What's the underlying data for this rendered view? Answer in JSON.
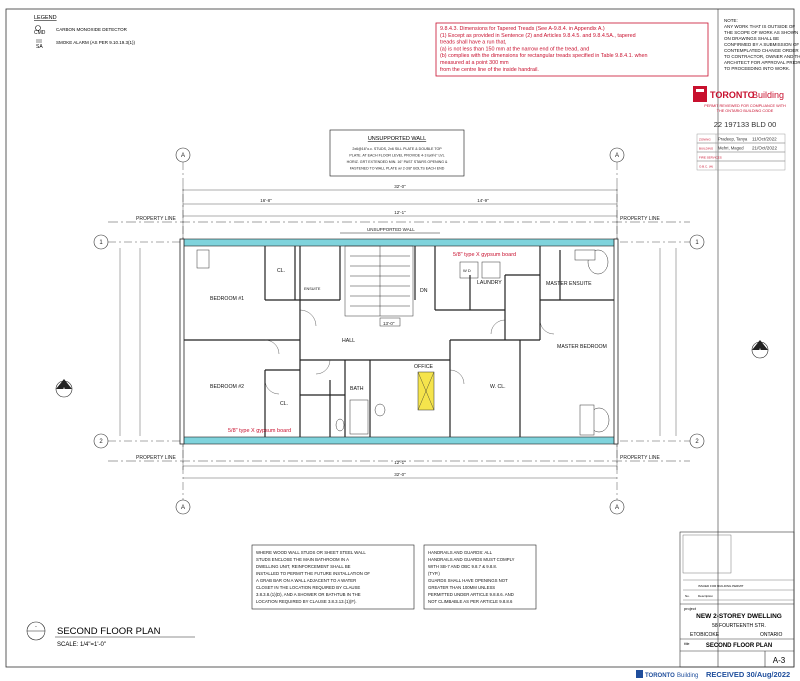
{
  "legend": {
    "title": "LEGEND",
    "cmd_symbol": "CMD",
    "cmd_text": "CARBON MONOXIDE DETECTOR",
    "sa_symbol": "SA",
    "sa_text": "SMOKE ALARM (AS PER 9.10.19.3(1))"
  },
  "code_note": {
    "lines": [
      "9.8.4.3. Dimensions for Tapered Treads (See A-9.8.4. in Appendix A.)",
      "(1) Except as provided in Sentence (2) and Articles 9.8.4.5. and 9.8.4.5A., tapered",
      "treads shall have a run that,",
      "(a) is not less than 150 mm at the narrow end of the tread, and",
      "(b) complies with the dimensions for rectangular treads specified in Table 9.8.4.1. when",
      "measured at a point 300 mm",
      "from the centre line of the inside handrail."
    ]
  },
  "note_box": {
    "lines": [
      "NOTE:",
      "ANY WORK THAT IS OUTSIDE OF",
      "THE SCOPE OF WORK AS SHOWN",
      "ON DRAWINGS SHALL BE",
      "CONFIRMED BY A SUBMISSION OF",
      "CONTEMPLATED CHANGE ORDER",
      "TO CONTRACTOR, OWNER AND THE",
      "ARCHITECT FOR APPROVAL PRIOR",
      "TO PROCEEDING INTO WORK."
    ]
  },
  "permit": {
    "logo_text": "TORONTO",
    "logo_sub": "Building",
    "stamp_line1": "PERMIT REVIEWED FOR COMPLIANCE WITH",
    "stamp_line2": "THE ONTARIO BUILDING CODE",
    "permit_no": "22 197133 BLD 00",
    "rows": [
      {
        "label": "ZONING",
        "name": "Pradeep, Tanya",
        "date": "11/Oct/2022"
      },
      {
        "label": "BUILDING",
        "name": "Mehri, Maged",
        "date": "21/Oct/2022"
      },
      {
        "label": "FIRE SERVICES",
        "name": "",
        "date": ""
      },
      {
        "label": "O.B.C. (H)",
        "name": "",
        "date": ""
      }
    ],
    "colors": {
      "red": "#c8102e",
      "teal": "#7fd3dc",
      "yellow": "#f5e44c"
    }
  },
  "wall_note": {
    "title": "UNSUPPORTED WALL",
    "lines": [
      "2x6@16\"o.c. STUDS, 2x6 SILL PLATE & DOUBLE TOP",
      "PLATE. AT EACH FLOOR LEVEL PROVIDE 4-1¾x9½\" LVL",
      "HORIZ. GRT EXTENDED MIN. 16\" PAST STAIRS OPENING &",
      "FASTENED TO WALL PLATE w/ 2-3/8\" BOLTS EACH END"
    ]
  },
  "plan": {
    "property_line": "PROPERTY LINE",
    "unsupported_wall": "UNSUPPORTED WALL",
    "rooms": {
      "bedroom1": "BEDROOM #1",
      "bedroom2": "BEDROOM #2",
      "cl1": "CL.",
      "cl2": "CL.",
      "ens": "ENSUITE",
      "laundry": "LAUNDRY",
      "master_ensuite": "MASTER ENSUITE",
      "master_bedroom": "MASTER BEDROOM",
      "hall": "HALL",
      "office": "OFFICE",
      "wcl": "W. CL.",
      "wd": "W   D",
      "dn": "DN",
      "bath": "BATH"
    },
    "gypsum1": "5/8\" type X gypsum board",
    "gypsum2": "5/8\" type X gypsum board",
    "overall_dim": "32'-0\"",
    "dim_16": "16'-8\"",
    "dim_14": "14'-9\"",
    "dim_12": "12'-1\"",
    "dim_13": "13'-0\"",
    "grid_a": "A",
    "grid_1": "1",
    "grid_2": "2",
    "section_a": "A"
  },
  "bottom_note1": {
    "lines": [
      "WHERE WOOD WALL STUDS OR SHEET STEEL WALL",
      "STUDS ENCLOSE THE MAIN BATHROOM IN A",
      "DWELLING UNIT, REINFORCEMENT SHALL BE",
      "INSTALLED TO PERMIT THE FUTURE INSTALLATION OF",
      "A GRAB BAR ON A WALL ADJACENT TO A WATER",
      "CLOSET IN THE LOCATION REQUIRED BY CLAUSE",
      "3.8.3.8.(1)(D), AND A SHOWER OR BATHTUB IN THE",
      "LOCATION REQUIRED BY CLAUSE 3.8.3.13.(1)(F)."
    ]
  },
  "bottom_note2": {
    "lines": [
      "HANDRAILS AND GUARDS: ALL",
      "HANDRAILS AND GUARDS MUST COMPLY",
      "WITH SB-7 AND OBC 9.8.7 & 9.8.8.",
      "(TYP.)",
      "GUARDS SHALL HAVE OPENINGS NOT",
      "GREATER THAN 100MM UNLESS",
      "PERMITTED UNDER ARTICLE 9.8.8.6. AND",
      "NOT CLIMBABLE AS PER ARTICLE 9.8.8.6"
    ]
  },
  "drawing_title": {
    "title": "SECOND FLOOR PLAN",
    "scale": "SCALE: 1/4\"=1'-0\"",
    "bubble": "-"
  },
  "title_block": {
    "project_label": "project",
    "project": "NEW 2-STOREY DWELLING",
    "address": "58 FOURTEENTH STR.",
    "city": "ETOBICOKE",
    "province": "ONTARIO",
    "title_label": "title",
    "sheet_title": "SECOND FLOOR PLAN",
    "sheet_no": "A-3",
    "issued_label": "ISSUED FOR BUILDING PERMIT",
    "description_label": "Description",
    "no_label": "No."
  },
  "received": {
    "logo": "TORONTO",
    "logo_sub": "Building",
    "text": "RECEIVED 30/Aug/2022"
  }
}
